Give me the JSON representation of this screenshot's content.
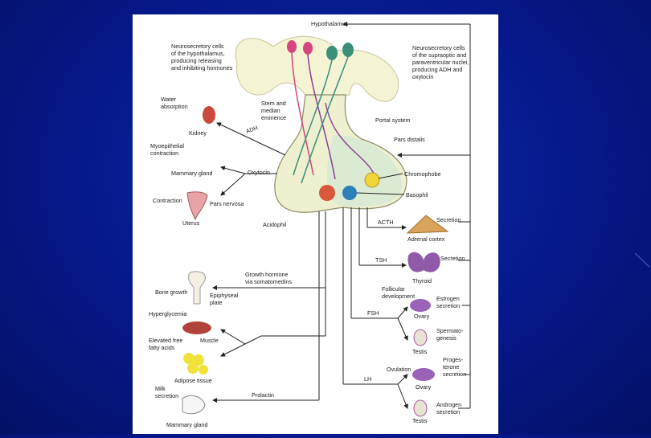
{
  "diagram": {
    "labels": {
      "hypothalamus": "Hypothalamus",
      "neuro_left": [
        "Neurosecretory cells",
        "of the hypothalamus,",
        "producing releasing",
        "and inhibiting hormones"
      ],
      "neuro_right": [
        "Neurosecretory cells",
        "of the supraoptic and",
        "paraventricular nuclei,",
        "producing ADH and",
        "oxytocin"
      ],
      "stem": [
        "Stem and",
        "median",
        "eminence"
      ],
      "portal": "Portal system",
      "pars_distalis": "Pars distalis",
      "water": [
        "Water",
        "absorption"
      ],
      "kidney": "Kidney",
      "adh": "ADH",
      "myo": [
        "Myoepithelial",
        "contraction"
      ],
      "mammary": "Mammary gland",
      "oxytocin": "Oxytocin",
      "contraction": "Contraction",
      "uterus": "Uterus",
      "pars_nervosa": "Pars nervosa",
      "acidophil": "Acidophil",
      "chromophobe": "Chromophobe",
      "basophil": "Basophil",
      "acth": "ACTH",
      "secretion1": "Secretion",
      "adrenal": "Adrenal cortex",
      "tsh": "TSH",
      "secretion2": "Secretion",
      "thyroid": "Thyroid",
      "growth": [
        "Growth hormone",
        "via somatomedins"
      ],
      "bone_growth": "Bone growth",
      "epiphyseal": [
        "Epiphyseal",
        "plate"
      ],
      "hyperglycemia": "Hyperglycemia",
      "muscle": "Muscle",
      "ffa": [
        "Elevated free",
        "fatty acids"
      ],
      "adipose": "Adipose tissue",
      "milk": [
        "Milk",
        "secretion"
      ],
      "mammary2": "Mammary gland",
      "prolactin": "Prolactin",
      "follicular": [
        "Follicular",
        "development"
      ],
      "fsh": "FSH",
      "ovary1": "Ovary",
      "estrogen": [
        "Estrogen",
        "secretion"
      ],
      "sperm": [
        "Spermato-",
        "genesis"
      ],
      "testis1": "Testis",
      "ovulation": "Ovulation",
      "lh": "LH",
      "ovary2": "Ovary",
      "progesterone": [
        "Proges-",
        "terone",
        "secretion"
      ],
      "androgen": [
        "Androgen",
        "secretion"
      ],
      "testis2": "Testis"
    },
    "colors": {
      "pituitary_fill": "#eef0cf",
      "stalk_fill": "#f2f2d8",
      "neuron_red": "#d6457e",
      "neuron_green": "#3a8f7a",
      "neuron_purple": "#8a3f94",
      "acidophil": "#d9583b",
      "chromophobe": "#f1d43a",
      "basophil": "#2e7fb8",
      "adrenal": "#d9a35a",
      "thyroid": "#8f5aa8",
      "ovary": "#9a63b8",
      "kidney": "#c94a3c",
      "muscle": "#b0443a",
      "adipose": "#f0e23a"
    }
  }
}
